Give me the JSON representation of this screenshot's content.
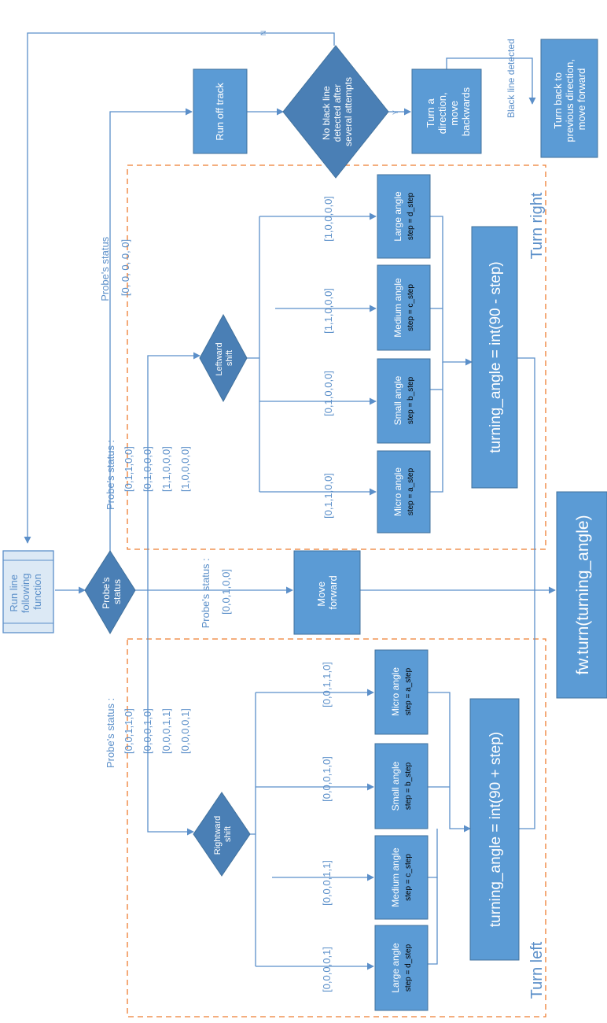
{
  "diagram": {
    "start": {
      "lines": [
        "Run line",
        "following",
        "function"
      ]
    },
    "probe_status": {
      "lines": [
        "Probe's",
        "status"
      ]
    },
    "run_off": {
      "label": "Run off track"
    },
    "no_black": {
      "lines": [
        "No black line",
        "detected after",
        "several attempts"
      ]
    },
    "turn_dir": {
      "lines": [
        "Turn a",
        "direction,",
        "move",
        "backwards"
      ]
    },
    "turn_back": {
      "lines": [
        "Turn back to",
        "previous direction,",
        "move forward"
      ]
    },
    "black_detected": "Black line detected",
    "n_label": "N",
    "y_label": "Y",
    "probe_zero": {
      "lines": [
        "Probe's status",
        "[0, 0, 0, 0, 0]"
      ]
    },
    "probe_left": {
      "lines": [
        "Probe's status :",
        "[0,1,1,0,0]",
        "[0,1,0,0,0]",
        "[1,1,0,0,0]",
        "[1,0,0,0,0]"
      ]
    },
    "probe_fwd": {
      "lines": [
        "Probe's status :",
        "[0,0,1,0,0]"
      ]
    },
    "probe_right": {
      "lines": [
        "Probe's status :",
        "[0,0,1,1,0]",
        "[0,0,0,1,0]",
        "[0,0,0,1,1]",
        "[0,0,0,0,1]"
      ]
    },
    "leftward": {
      "lines": [
        "Leftward",
        "shift"
      ]
    },
    "rightward": {
      "lines": [
        "Rightward",
        "shift"
      ]
    },
    "move_forward": {
      "lines": [
        "Move",
        "forward"
      ]
    },
    "left_codes": [
      "[1,0,0,0,0]",
      "[1,1,0,0,0]",
      "[0,1,0,0,0]",
      "[0,1,1,0,0]"
    ],
    "right_codes": [
      "[0,0,1,1,0]",
      "[0,0,0,1,0]",
      "[0,0,0,1,1]",
      "[0,0,0,0,1]"
    ],
    "left_boxes": [
      {
        "title": "Large angle",
        "step": "step = d_step"
      },
      {
        "title": "Medium angle",
        "step": "step = c_step"
      },
      {
        "title": "Small angle",
        "step": "step = b_step"
      },
      {
        "title": "Micro angle",
        "step": "step = a_step"
      }
    ],
    "right_boxes": [
      {
        "title": "Micro angle",
        "step": "step = a_step"
      },
      {
        "title": "Small angle",
        "step": "step = b_step"
      },
      {
        "title": "Medium angle",
        "step": "step = c_step"
      },
      {
        "title": "Large angle",
        "step": "step = d_step"
      }
    ],
    "turn_right_formula": "turning_angle = int(90 - step)",
    "turn_left_formula": "turning_angle = int(90 + step)",
    "fw_turn": "fw.turn(turning_angle)",
    "turn_right_label": "Turn right",
    "turn_left_label": "Turn left",
    "colors": {
      "box": "#5b9bd5",
      "diamond": "#4a7fb5",
      "line": "#5b8fc9",
      "dash": "#ed7d31",
      "stroke": "#41719c"
    }
  }
}
